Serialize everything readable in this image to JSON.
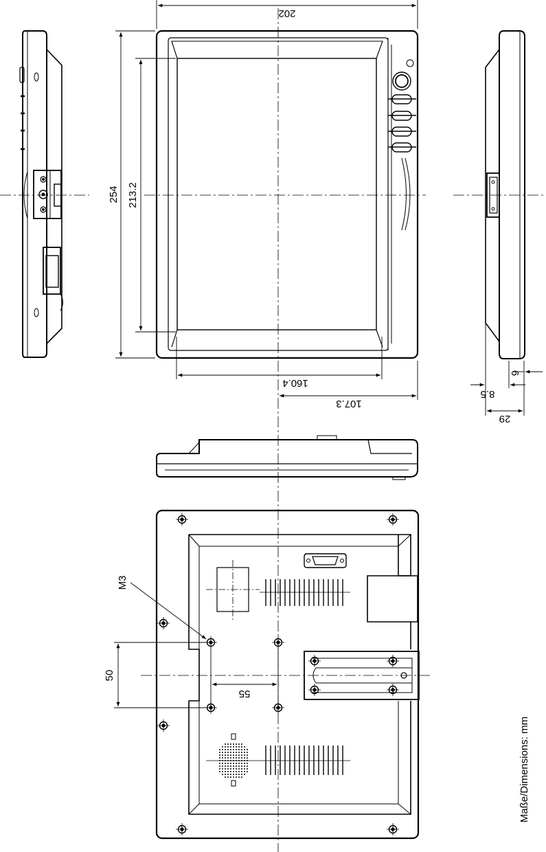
{
  "dimensions": {
    "width_total": "202",
    "height_total": "254",
    "screen_height": "213.2",
    "screen_width": "160.4",
    "center_offset": "107.3",
    "side_offset_a": "6",
    "side_offset_b": "8.5",
    "depth_total": "29",
    "hole_vertical": "50",
    "hole_horizontal": "55",
    "thread": "M3"
  },
  "note": "Maße/Dimensions: mm",
  "views": [
    "front-view",
    "left-side-view",
    "right-side-view",
    "top-view",
    "rear-view"
  ]
}
